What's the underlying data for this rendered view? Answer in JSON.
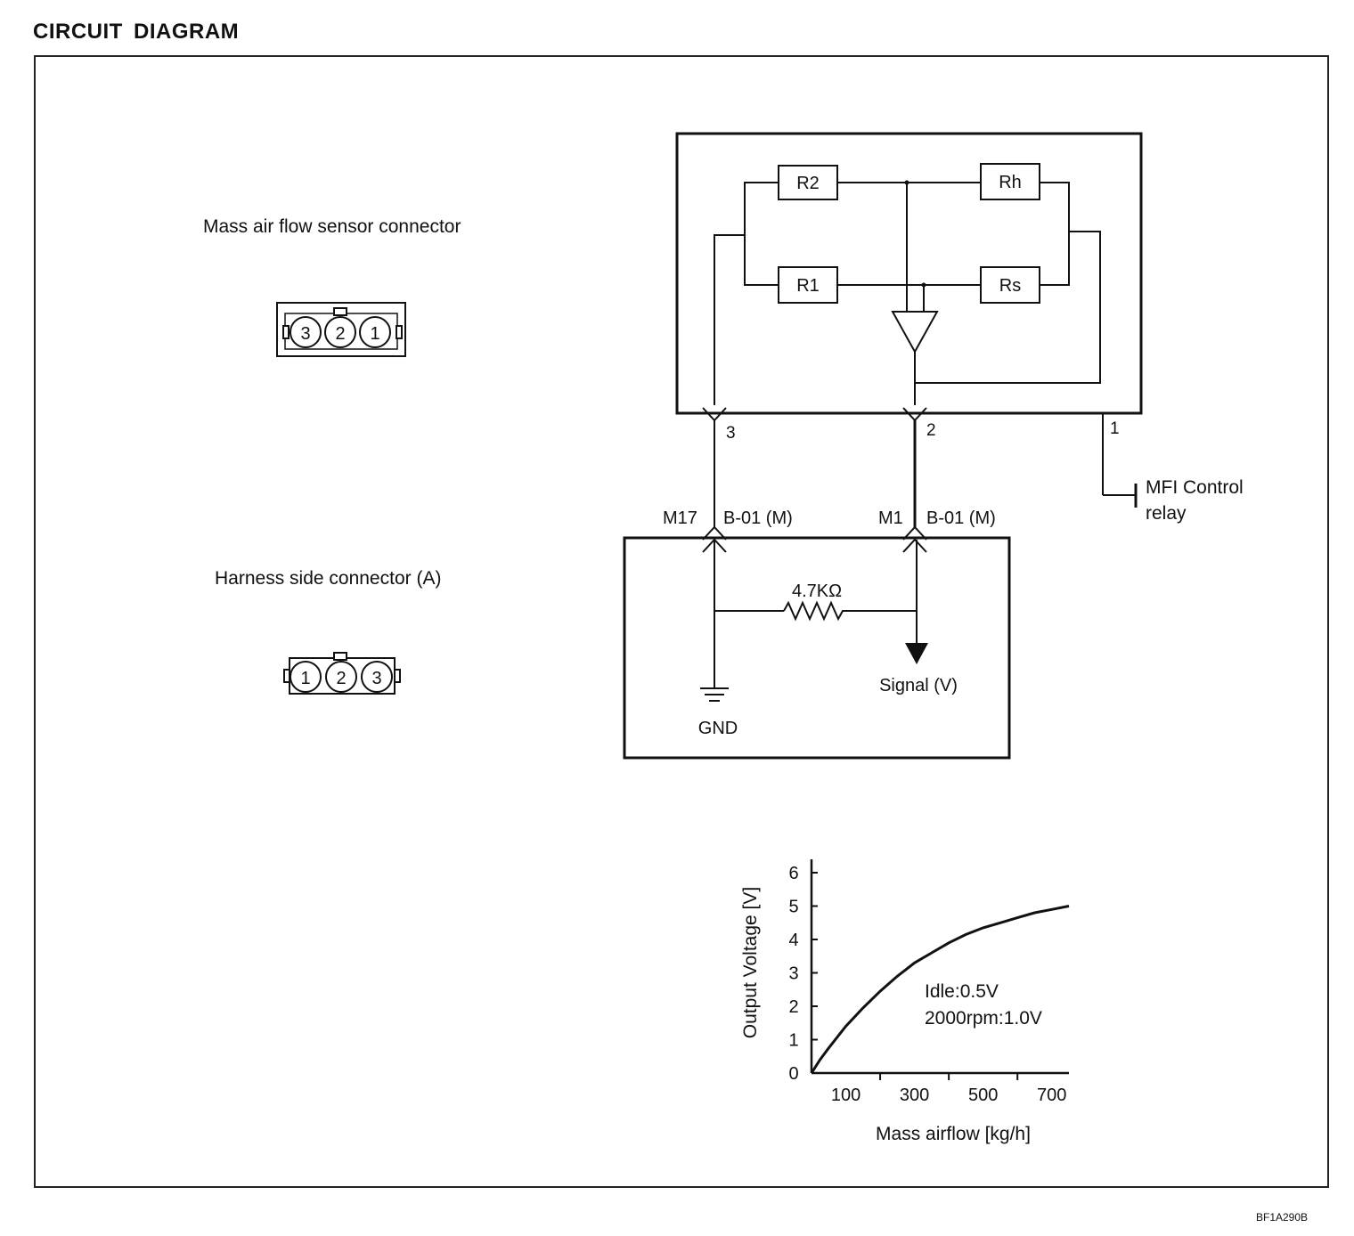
{
  "page": {
    "title": "CIRCUIT  DIAGRAM",
    "footer_code": "BF1A290B"
  },
  "connectors": {
    "sensor_label": "Mass air flow sensor connector",
    "sensor_pins": [
      "3",
      "2",
      "1"
    ],
    "harness_label": "Harness side connector (A)",
    "harness_pins": [
      "1",
      "2",
      "3"
    ]
  },
  "circuit": {
    "resistors": {
      "r2": "R2",
      "rh": "Rh",
      "r1": "R1",
      "rs": "Rs"
    },
    "pins": {
      "p3": "3",
      "p2": "2",
      "p1": "1"
    },
    "m17_label": "M17",
    "m17_conn": "B-01 (M)",
    "m1_label": "M1",
    "m1_conn": "B-01 (M)",
    "relay_line1": "MFI Control",
    "relay_line2": "relay",
    "ecu_resistor": "4.7KΩ",
    "gnd_label": "GND",
    "signal_label": "Signal (V)"
  },
  "chart_data": {
    "type": "line",
    "xlabel": "Mass airflow [kg/h]",
    "ylabel": "Output Voltage [V]",
    "x_ticks": [
      "100",
      "300",
      "500",
      "700"
    ],
    "y_ticks": [
      "0",
      "1",
      "2",
      "3",
      "4",
      "5",
      "6"
    ],
    "ylim": [
      0,
      6
    ],
    "xlim": [
      0,
      750
    ],
    "series": [
      {
        "x": [
          0,
          25,
          50,
          100,
          150,
          200,
          250,
          300,
          350,
          400,
          450,
          500,
          550,
          600,
          650,
          700,
          750
        ],
        "y": [
          0,
          0.4,
          0.75,
          1.4,
          1.95,
          2.45,
          2.9,
          3.3,
          3.6,
          3.9,
          4.15,
          4.35,
          4.5,
          4.65,
          4.8,
          4.9,
          5.0
        ]
      }
    ],
    "annotations": [
      "Idle:0.5V",
      "2000rpm:1.0V"
    ],
    "grid": false
  }
}
